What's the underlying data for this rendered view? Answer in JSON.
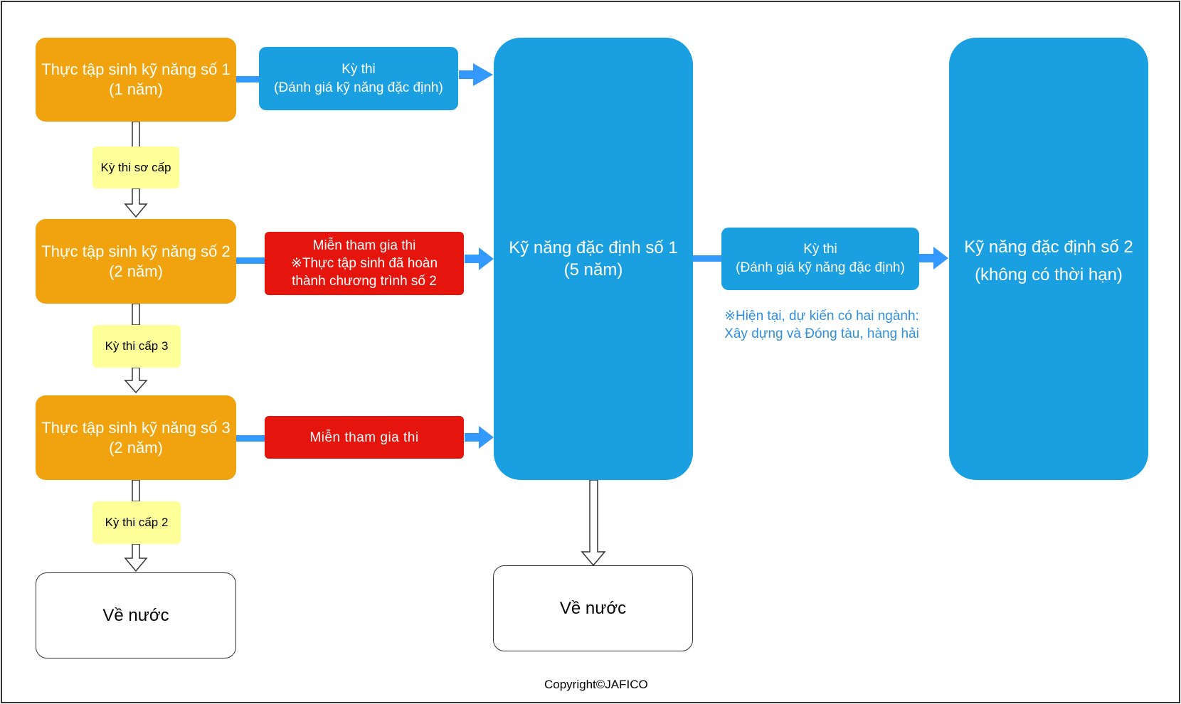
{
  "trainee_1": {
    "title": "Thực tập sinh kỹ năng số 1",
    "duration": "(1 năm)"
  },
  "trainee_2": {
    "title": "Thực tập sinh kỹ năng số 2",
    "duration": "(2 năm)"
  },
  "trainee_3": {
    "title": "Thực tập sinh kỹ năng số 3",
    "duration": "(2 năm)"
  },
  "exam_1": {
    "line1": "Kỳ thi",
    "line2": "(Đánh giá kỹ năng đặc định)"
  },
  "exemption_2": {
    "line1": "Miễn tham gia thi",
    "line2": "※Thực tập sinh đã hoàn",
    "line3": "thành chương trình số 2"
  },
  "exemption_3": {
    "label": "Miễn tham gia thi"
  },
  "elementary_exam": "Kỳ thi sơ cấp",
  "level3_exam": "Kỳ thi cấp 3",
  "level2_exam": "Kỳ thi cấp 2",
  "return_home_left": "Về nước",
  "specified_skill_1": {
    "title": "Kỹ năng đặc định số 1",
    "duration": "(5 năm)"
  },
  "return_home_center": "Về nước",
  "exam_2": {
    "line1": "Kỳ thi",
    "line2": "(Đánh giá kỹ năng đặc định)"
  },
  "note": {
    "line1": "※Hiện tại, dự kiến có hai ngành:",
    "line2": "Xây dựng và Đóng tàu, hàng hải"
  },
  "specified_skill_2": {
    "title": "Kỹ năng đặc định số 2",
    "duration": "(không có thời hạn)"
  },
  "copyright": "Copyright©JAFICO",
  "colors": {
    "orange": "#f0a30e",
    "blue": "#1a9fe0",
    "red": "#e5140c",
    "yellow": "#ffff99",
    "arrow_blue": "#3399ff",
    "note_blue": "#2f8fe0"
  }
}
